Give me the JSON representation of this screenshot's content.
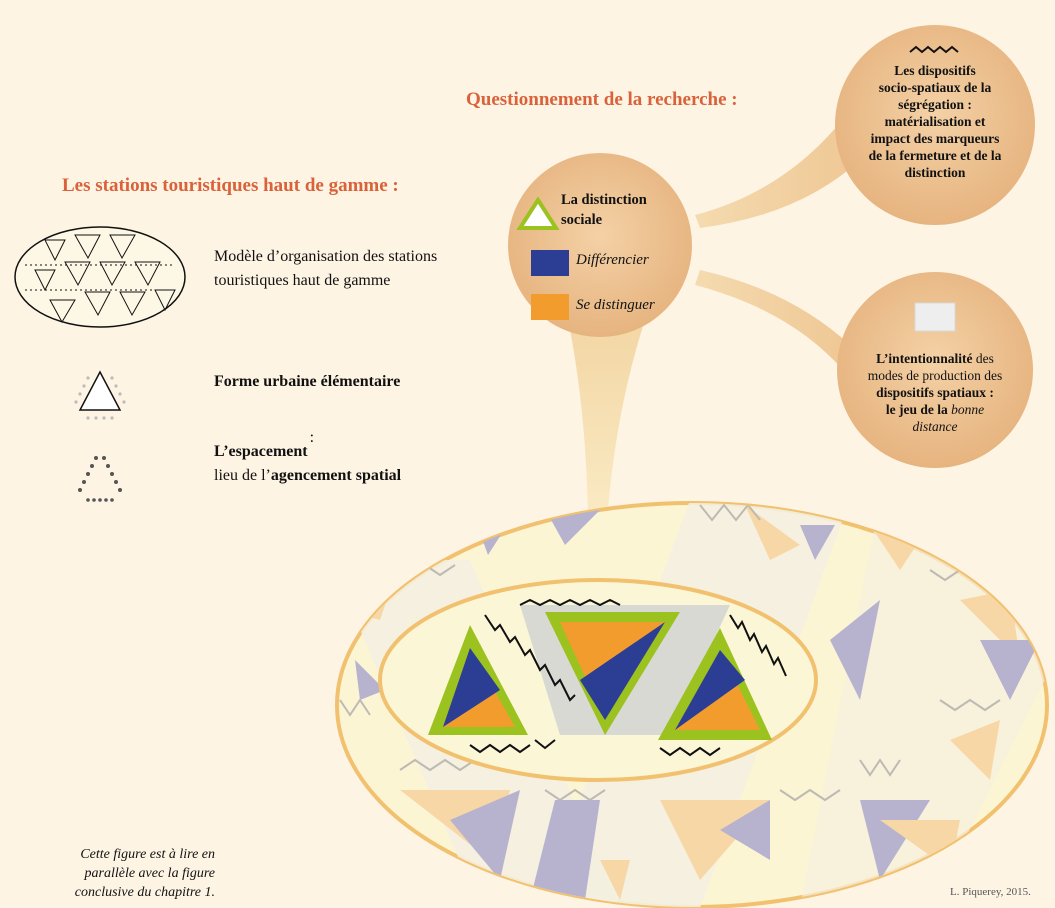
{
  "research_title": "Questionnement de la recherche :",
  "stations_title": "Les stations touristiques haut de gamme :",
  "legend": {
    "model_label": "Modèle d’organisation des stations touristiques haut de gamme",
    "urban_form_label": "Forme urbaine élémentaire",
    "spacing_label": "L’espacement",
    "spacing_colon": ":",
    "spacing_sub_prefix": "lieu de l’",
    "spacing_sub_bold": "agencement spatial"
  },
  "central_bubble": {
    "title_line1": "La distinction",
    "title_line2": "sociale",
    "item1": "Différencier",
    "item2": "Se distinguer",
    "item1_color": "#2b3e94",
    "item2_color": "#f39c2e"
  },
  "bubble_top_right": {
    "line1": "Les dispositifs",
    "line2": "socio-spatiaux de la",
    "line3": "ségrégation :",
    "line4": "matérialisation et",
    "line5": "impact des marqueurs",
    "line6": "de la fermeture et de la",
    "line7": "distinction"
  },
  "bubble_bottom_right": {
    "line1_bold": "L’intentionnalité",
    "line1_rest": " des",
    "line2": "modes de production des",
    "line3": "dispositifs spatiaux :",
    "line4_bold": "le jeu de la ",
    "line4_italic": "bonne",
    "line5_italic": "distance"
  },
  "footnote": {
    "line1": "Cette figure est à lire en",
    "line2": "parallèle avec la figure",
    "line3": "conclusive du chapitre 1."
  },
  "credit": "L. Piquerey, 2015.",
  "colors": {
    "background": "#fdf4e4",
    "bubble": "#e8b784",
    "bubble_light": "#f6dcb6",
    "accent_orange": "#d9623a",
    "blue": "#2b3e94",
    "orange": "#f39c2e",
    "green": "#9bc21f",
    "grey_band": "#d9d9d4",
    "ellipse_fill": "#fbf6d6"
  }
}
